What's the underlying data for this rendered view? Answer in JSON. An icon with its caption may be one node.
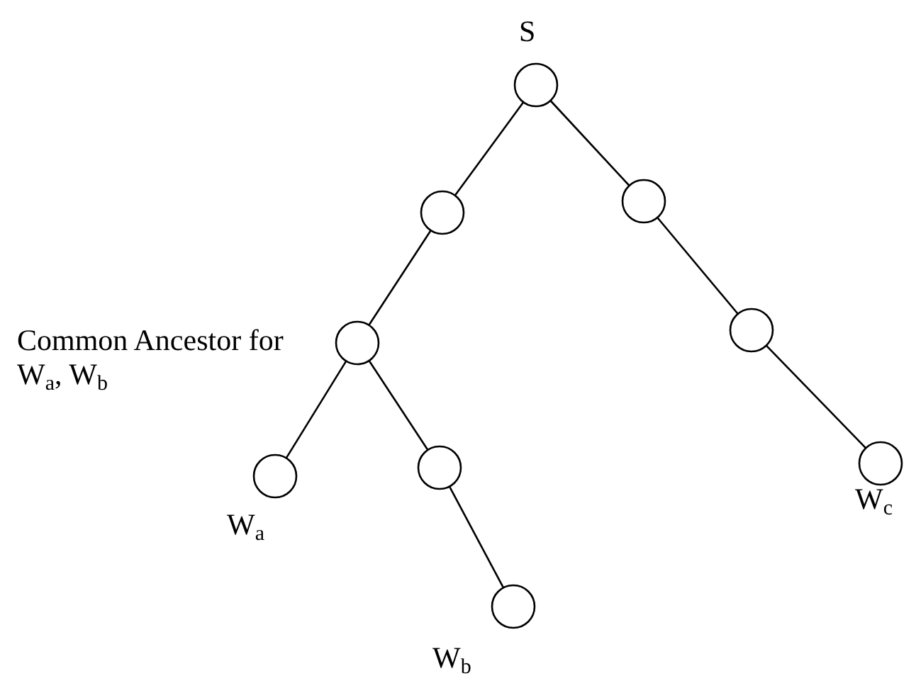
{
  "diagram": {
    "nodes": [
      {
        "text": [],
        "shape": "circle",
        "beside": [
          "S"
        ]
      },
      {
        "text": [],
        "shape": "circle"
      },
      {
        "text": [],
        "shape": "circle"
      },
      {
        "text": [],
        "shape": "circle",
        "beside": [
          "Common Ancestor for W$_{a}$, W$_{b}$"
        ]
      },
      {
        "text": [],
        "shape": "circle"
      },
      {
        "text": [],
        "shape": "circle",
        "beside": [
          "W$_{a}$"
        ]
      },
      {
        "text": [],
        "shape": "circle"
      },
      {
        "text": [],
        "shape": "circle",
        "beside": [
          "W$_{c}$"
        ]
      },
      {
        "text": [],
        "shape": "circle",
        "beside": [
          "W$_{b}$"
        ]
      }
    ],
    "edges": [
      {
        "from": 0,
        "to": 1,
        "arrow": "none"
      },
      {
        "from": 0,
        "to": 2,
        "arrow": "none"
      },
      {
        "from": 1,
        "to": 3,
        "arrow": "none"
      },
      {
        "from": 2,
        "to": 4,
        "arrow": "none"
      },
      {
        "from": 3,
        "to": 5,
        "arrow": "none"
      },
      {
        "from": 3,
        "to": 6,
        "arrow": "none"
      },
      {
        "from": 4,
        "to": 7,
        "arrow": "none"
      },
      {
        "from": 6,
        "to": 8,
        "arrow": "none"
      }
    ]
  }
}
